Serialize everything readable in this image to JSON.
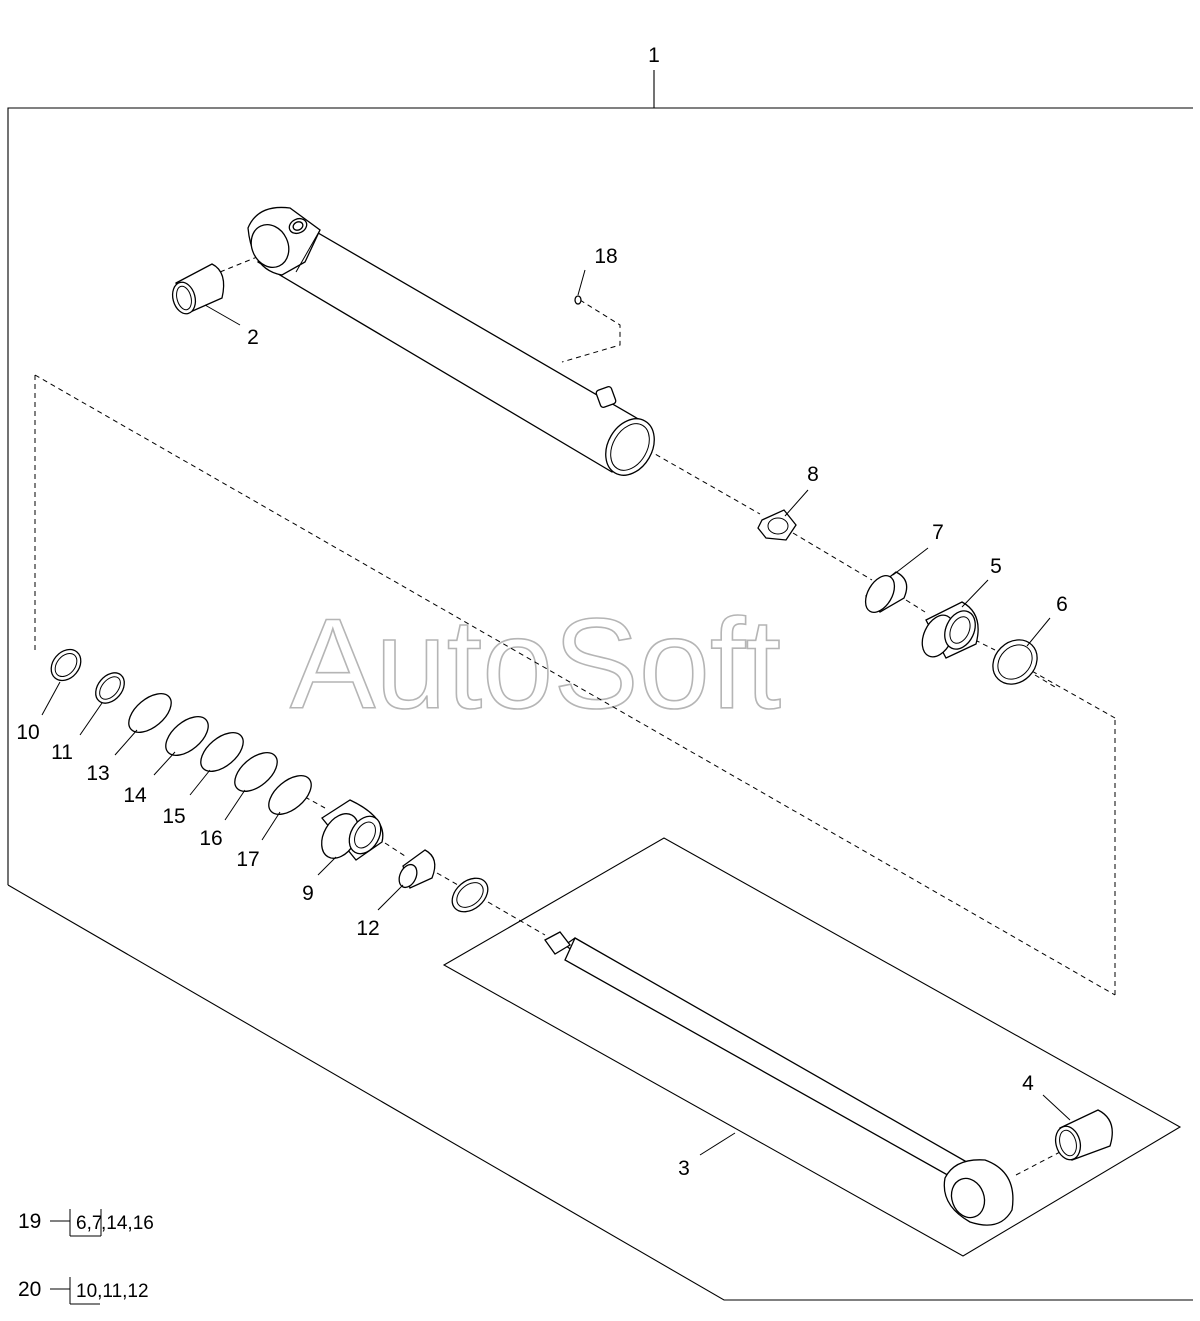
{
  "watermark": "AutoSoft",
  "callouts": {
    "c1": "1",
    "c2": "2",
    "c3": "3",
    "c4": "4",
    "c5": "5",
    "c6": "6",
    "c7": "7",
    "c8": "8",
    "c9": "9",
    "c10": "10",
    "c11": "11",
    "c12": "12",
    "c13": "13",
    "c14": "14",
    "c15": "15",
    "c16": "16",
    "c17": "17",
    "c18": "18"
  },
  "kits": [
    {
      "number": "19",
      "boxed": "6,7",
      "rest": ",14,16"
    },
    {
      "number": "20",
      "boxed": "10,11,12",
      "rest": ""
    }
  ]
}
